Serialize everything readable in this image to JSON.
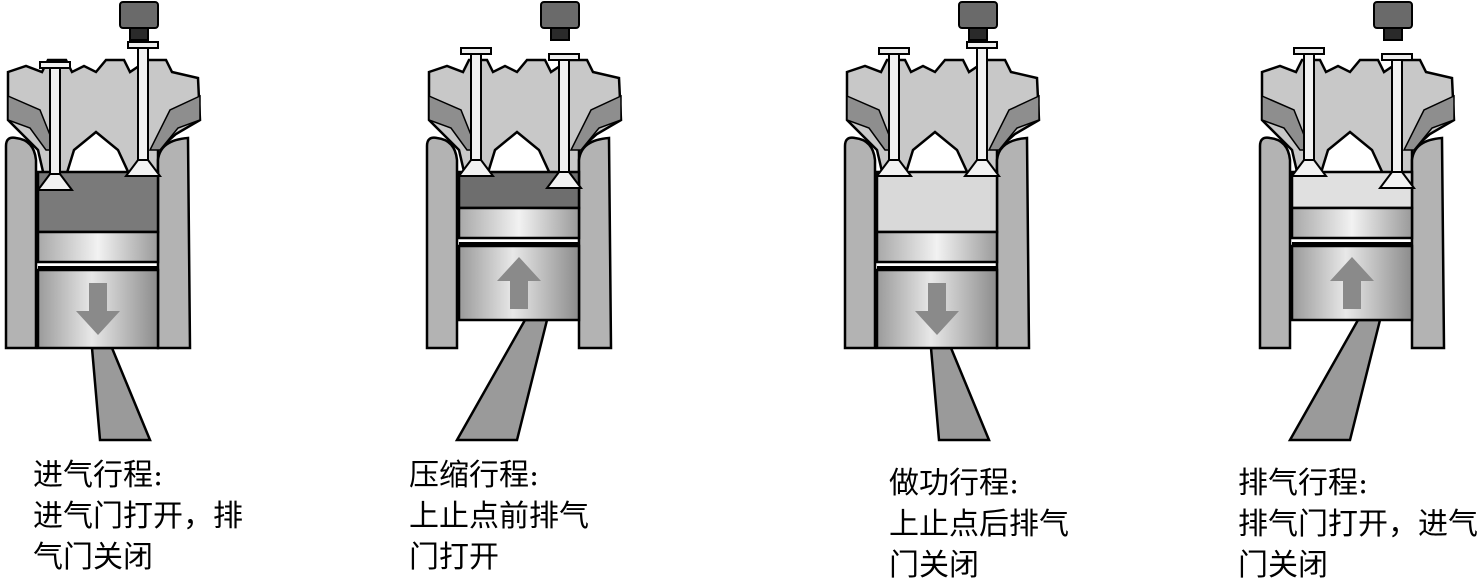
{
  "strokes": [
    {
      "title": "进气行程:",
      "lines": [
        "进气门打开，排",
        "气门关闭"
      ],
      "piston_direction": "down",
      "intake_valve": "open",
      "exhaust_valve": "closed"
    },
    {
      "title": "压缩行程:",
      "lines": [
        "上止点前排气",
        "门打开"
      ],
      "piston_direction": "up",
      "intake_valve": "closed",
      "exhaust_valve": "open"
    },
    {
      "title": "做功行程:",
      "lines": [
        "上止点后排气",
        "门关闭"
      ],
      "piston_direction": "down",
      "intake_valve": "closed",
      "exhaust_valve": "closed"
    },
    {
      "title": "排气行程:",
      "lines": [
        "排气门打开，进气",
        "门关闭"
      ],
      "piston_direction": "up",
      "intake_valve": "closed",
      "exhaust_valve": "open"
    }
  ],
  "colors": {
    "outline": "#000000",
    "block": "#b3b3b3",
    "head": "#c8c8c8",
    "chamber_intake": "#7a7a7a",
    "chamber_compress": "#6e6e6e",
    "chamber_power": "#d9d9d9",
    "chamber_exhaust": "#e0e0e0",
    "piston": "#c6c6c6",
    "arrow": "#8a8a8a",
    "rod": "#9a9a9a"
  }
}
